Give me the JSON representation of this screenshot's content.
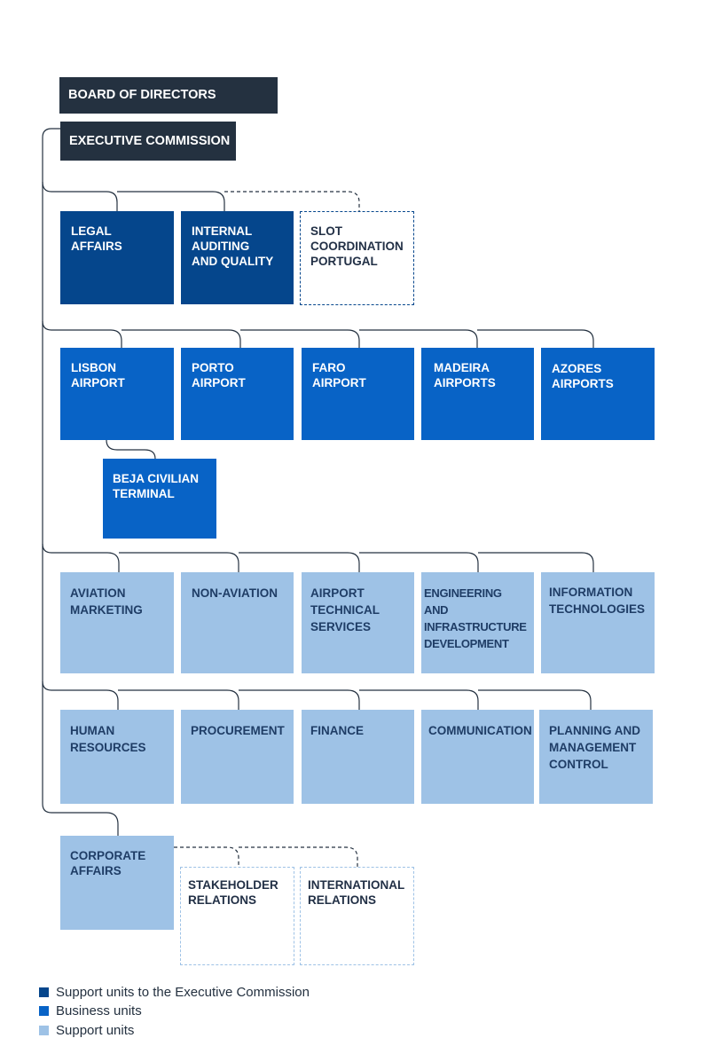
{
  "board": "BOARD OF DIRECTORS",
  "executive": "EXECUTIVE COMMISSION",
  "support_exec": {
    "legal": "LEGAL AFFAIRS",
    "audit": "INTERNAL\nAUDITING\nAND QUALITY",
    "slot": "SLOT\nCOORDINATION\nPORTUGAL"
  },
  "business": {
    "lisbon": "LISBON\nAIRPORT",
    "porto": "PORTO\nAIRPORT",
    "faro": "FARO\nAIRPORT",
    "madeira": "MADEIRA\nAIRPORTS",
    "azores": "AZORES\nAIRPORTS",
    "beja": "BEJA CIVILIAN\nTERMINAL"
  },
  "support_row1": {
    "aviation_marketing": "AVIATION\nMARKETING",
    "non_aviation": "NON-AVIATION",
    "airport_technical": "AIRPORT\nTECHNICAL\nSERVICES",
    "engineering": "ENGINEERING AND\nINFRASTRUCTURE\nDEVELOPMENT",
    "it": "INFORMATION\nTECHNOLOGIES"
  },
  "support_row2": {
    "hr": "HUMAN\nRESOURCES",
    "procurement": "PROCUREMENT",
    "finance": "FINANCE",
    "communication": "COMMUNICATION",
    "planning": "PLANNING AND\nMANAGEMENT\nCONTROL"
  },
  "corporate": {
    "affairs": "CORPORATE\nAFFAIRS",
    "stakeholder": "STAKEHOLDER\nRELATIONS",
    "international": "INTERNATIONAL\nRELATIONS"
  },
  "legend": {
    "support_exec": "Support units to the Executive Commission",
    "business": "Business units",
    "support": "Support units"
  },
  "colors": {
    "top": "#243140",
    "support_exec": "#05468c",
    "business": "#0863c6",
    "support": "#9ec2e6"
  }
}
